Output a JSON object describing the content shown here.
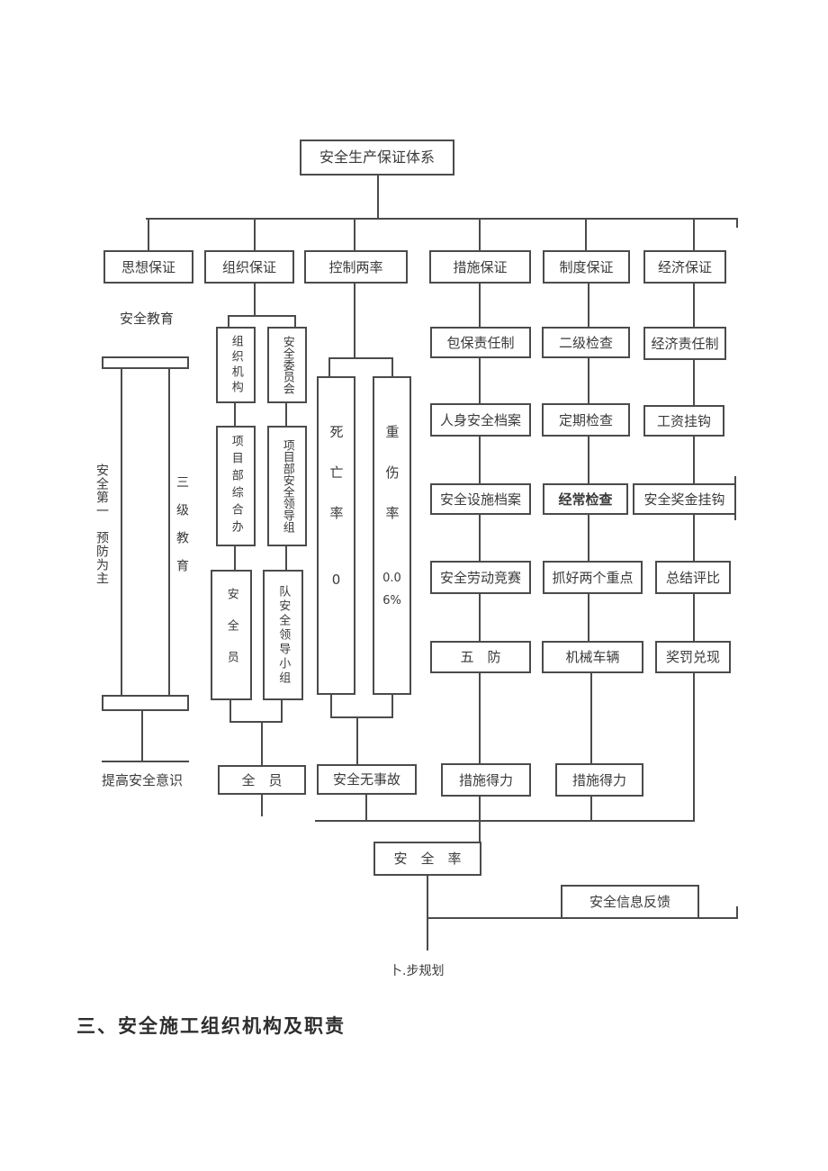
{
  "page": {
    "heading": "三、安全施工组织机构及职责",
    "footnote": "卜.步规划"
  },
  "diagram": {
    "root": "安全生产保证体系",
    "guarantees": {
      "ideology": "思想保证",
      "organization": "组织保证",
      "control": "控制两率",
      "measures": "措施保证",
      "system": "制度保证",
      "economy": "经济保证"
    },
    "education": {
      "title": "安全教育",
      "principle": "安全第一　预防为主",
      "beam": "三级教育",
      "result": "提高安全意识"
    },
    "org": {
      "structure": "组织机构",
      "committee": "安全委员会",
      "office": "项目部综合办",
      "leading_group": "项目部安全领导组",
      "officer": "安全员",
      "team_group": "队安全领导小组",
      "result": "全　员"
    },
    "rates": {
      "death_label": "死亡率",
      "death_value": "0",
      "injury_label": "重伤率",
      "injury_value1": "0.0",
      "injury_value2": "6%",
      "result": "安全无事故"
    },
    "measures_col": {
      "r1": "包保责任制",
      "r2": "人身安全档案",
      "r3": "安全设施档案",
      "r4": "安全劳动竞赛",
      "r5": "五　防",
      "r6": "措施得力"
    },
    "system_col": {
      "r1": "二级检查",
      "r2": "定期检查",
      "r3": "经常检查",
      "r4": "抓好两个重点",
      "r5": "机械车辆",
      "r6": "措施得力"
    },
    "economy_col": {
      "r1": "经济责任制",
      "r2": "工资挂钩",
      "r3": "安全奖金挂钩",
      "r4": "总结评比",
      "r5": "奖罚兑现"
    },
    "output": {
      "safety_rate": "安　全　率",
      "feedback": "安全信息反馈"
    }
  }
}
